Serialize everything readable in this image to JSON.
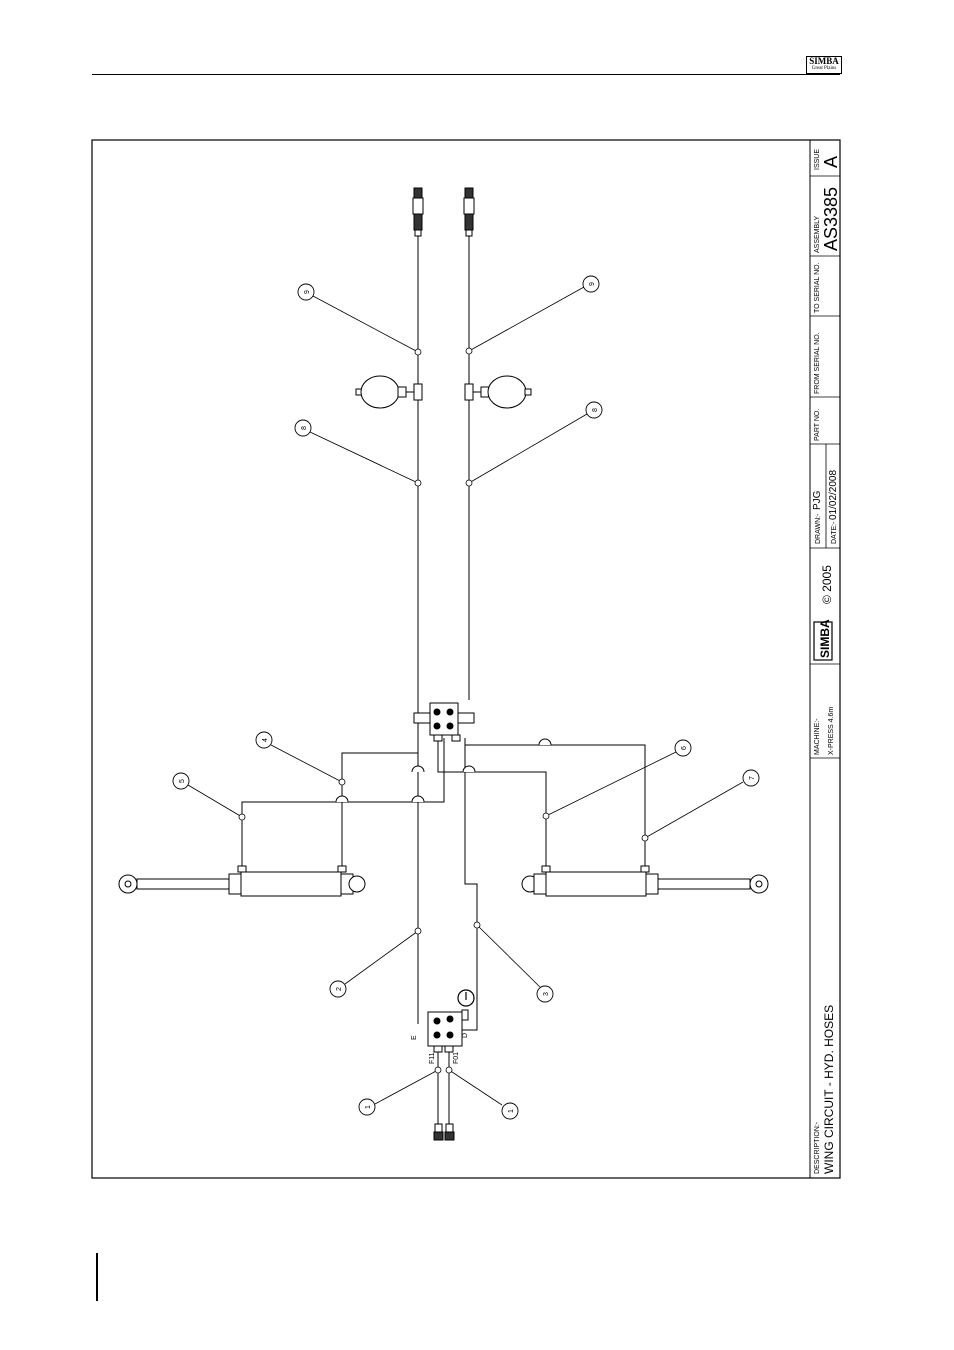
{
  "header": {
    "logo_text": "SIMBA",
    "logo_subtext": "Great Plains"
  },
  "title_block": {
    "description_label": "DESCRIPTION:-",
    "description": "WING CIRCUIT - HYD. HOSES",
    "machine_label": "MACHINE:-",
    "machine": "X-PRESS 4.6m",
    "logo_text": "SIMBA",
    "copyright": "© 2005",
    "drawn_label": "DRAWN:-",
    "drawn": "PJG",
    "date_label": "DATE:-",
    "date": "01/02/2008",
    "part_no_label": "PART NO.",
    "from_serial_label": "FROM SERIAL NO.",
    "to_serial_label": "TO SERIAL NO.",
    "assembly_label": "ASSEMBLY",
    "assembly": "AS3385",
    "issue_label": "ISSUE",
    "issue": "A"
  },
  "callouts": {
    "c1a": "1",
    "c1b": "1",
    "c2": "2",
    "c3": "3",
    "c4": "4",
    "c5": "5",
    "c6": "6",
    "c7": "7",
    "c8a": "8",
    "c8b": "8",
    "c9a": "9",
    "c9b": "9"
  },
  "port_labels": {
    "f11": "F11",
    "f01": "F01",
    "e": "E",
    "d": "D"
  }
}
